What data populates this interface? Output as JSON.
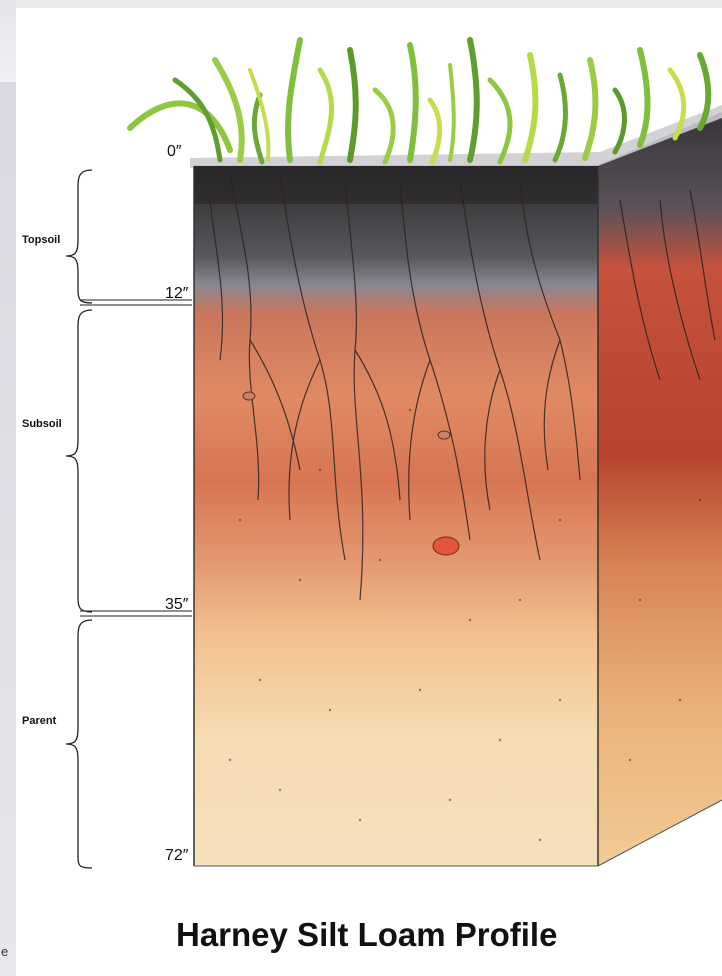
{
  "caption": "Harney Silt Loam Profile",
  "edge_text": "e",
  "depth_marks": [
    "0″",
    "12″",
    "35″",
    "72″"
  ],
  "layers": [
    "Topsoil",
    "Subsoil",
    "Parent"
  ],
  "colors": {
    "topsoil": "#3f3f42",
    "subsoil": "#d97a56",
    "parent": "#f4d2a4",
    "grass": "#7dbb3a",
    "roots": "#2a2320"
  },
  "icons": [
    "grass-illustration",
    "root-illustration",
    "pebble-illustration",
    "brace-icon"
  ]
}
